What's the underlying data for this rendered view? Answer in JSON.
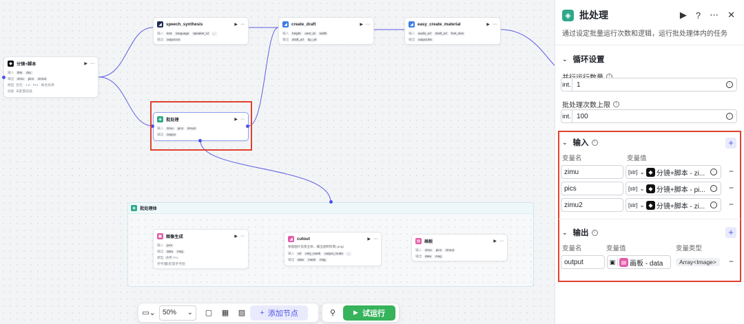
{
  "nodes": {
    "split": {
      "title": "分镜+脚本",
      "in_label": "输入",
      "in_tags": [
        "title",
        "doc"
      ],
      "out_label": "输出",
      "out_tags": [
        "zimu",
        "pics",
        "zimu2"
      ],
      "model_label": "模型",
      "model": "豆包 · 1.5 · Pro · 角色扮演",
      "skill_label": "技能",
      "skill": "未配置技能"
    },
    "speech": {
      "title": "speech_synthesis",
      "in_label": "输入",
      "in_tags": [
        "text",
        "language",
        "speaker_id"
      ],
      "more": "...",
      "out_label": "输出",
      "out_tags": [
        "output.txt"
      ]
    },
    "draft": {
      "title": "create_draft",
      "in_label": "输入",
      "in_tags": [
        "height",
        "user_id",
        "width"
      ],
      "out_label": "输出",
      "out_tags": [
        "draft_url",
        "tip_url"
      ]
    },
    "easy": {
      "title": "easy_create_material",
      "in_label": "输入",
      "in_tags": [
        "audio_url",
        "draft_url",
        "font_size"
      ],
      "out_label": "输出",
      "out_tags": [
        "output.list"
      ]
    },
    "batch": {
      "title": "批处理",
      "in_label": "输入",
      "in_tags": [
        "zimu",
        "pics",
        "zimu2"
      ],
      "out_label": "输出",
      "out_tags": [
        "output"
      ]
    },
    "img": {
      "title": "图像生成",
      "in_label": "输入",
      "in_tags": [
        "pics"
      ],
      "out_label": "输出",
      "out_tags": [
        "data",
        "msg"
      ],
      "model_label": "模型",
      "model": "通用-Pro",
      "ref_label": "参考图",
      "ref": "未配置参考图"
    },
    "cutout": {
      "title": "cutout",
      "desc": "保留图片前景主体，输出透明背景(.png)",
      "in_label": "输入",
      "in_tags": [
        "url",
        "only_mask",
        "output_mode"
      ],
      "more": "...",
      "out_label": "输出",
      "out_tags": [
        "data",
        "mask",
        "msg"
      ]
    },
    "board": {
      "title": "画板",
      "in_label": "输入",
      "in_tags": [
        "zimu",
        "pics",
        "zimu2"
      ],
      "out_label": "输出",
      "out_tags": [
        "data",
        "msg"
      ]
    }
  },
  "loop": {
    "title": "批处理体"
  },
  "toolbar": {
    "zoom": "50%",
    "add_node": "添加节点",
    "run": "试运行"
  },
  "panel": {
    "title": "批处理",
    "desc": "通过设定批量运行次数和逻辑，运行批处理体内的任务",
    "loop_settings": "循环设置",
    "parallel_label": "并行运行数量",
    "parallel_type": "int.",
    "parallel_value": "1",
    "max_label": "批处理次数上限",
    "max_type": "int.",
    "max_value": "100",
    "input_title": "输入",
    "var_name_h": "变量名",
    "var_value_h": "变量值",
    "inputs": [
      {
        "name": "zimu",
        "type": "[str]",
        "ref": "分镜+脚本 - zi..."
      },
      {
        "name": "pics",
        "type": "[str]",
        "ref": "分镜+脚本 - pi..."
      },
      {
        "name": "zimu2",
        "type": "[str]",
        "ref": "分镜+脚本 - zi..."
      }
    ],
    "output_title": "输出",
    "var_type_h": "变量类型",
    "output": {
      "name": "output",
      "ref": "画板 - data",
      "type": "Array<Image>"
    }
  },
  "colors": {
    "accent": "#4e53e8",
    "run": "#36b35b",
    "highlight": "#e0402d",
    "batch_icon": "#2fa88a"
  }
}
